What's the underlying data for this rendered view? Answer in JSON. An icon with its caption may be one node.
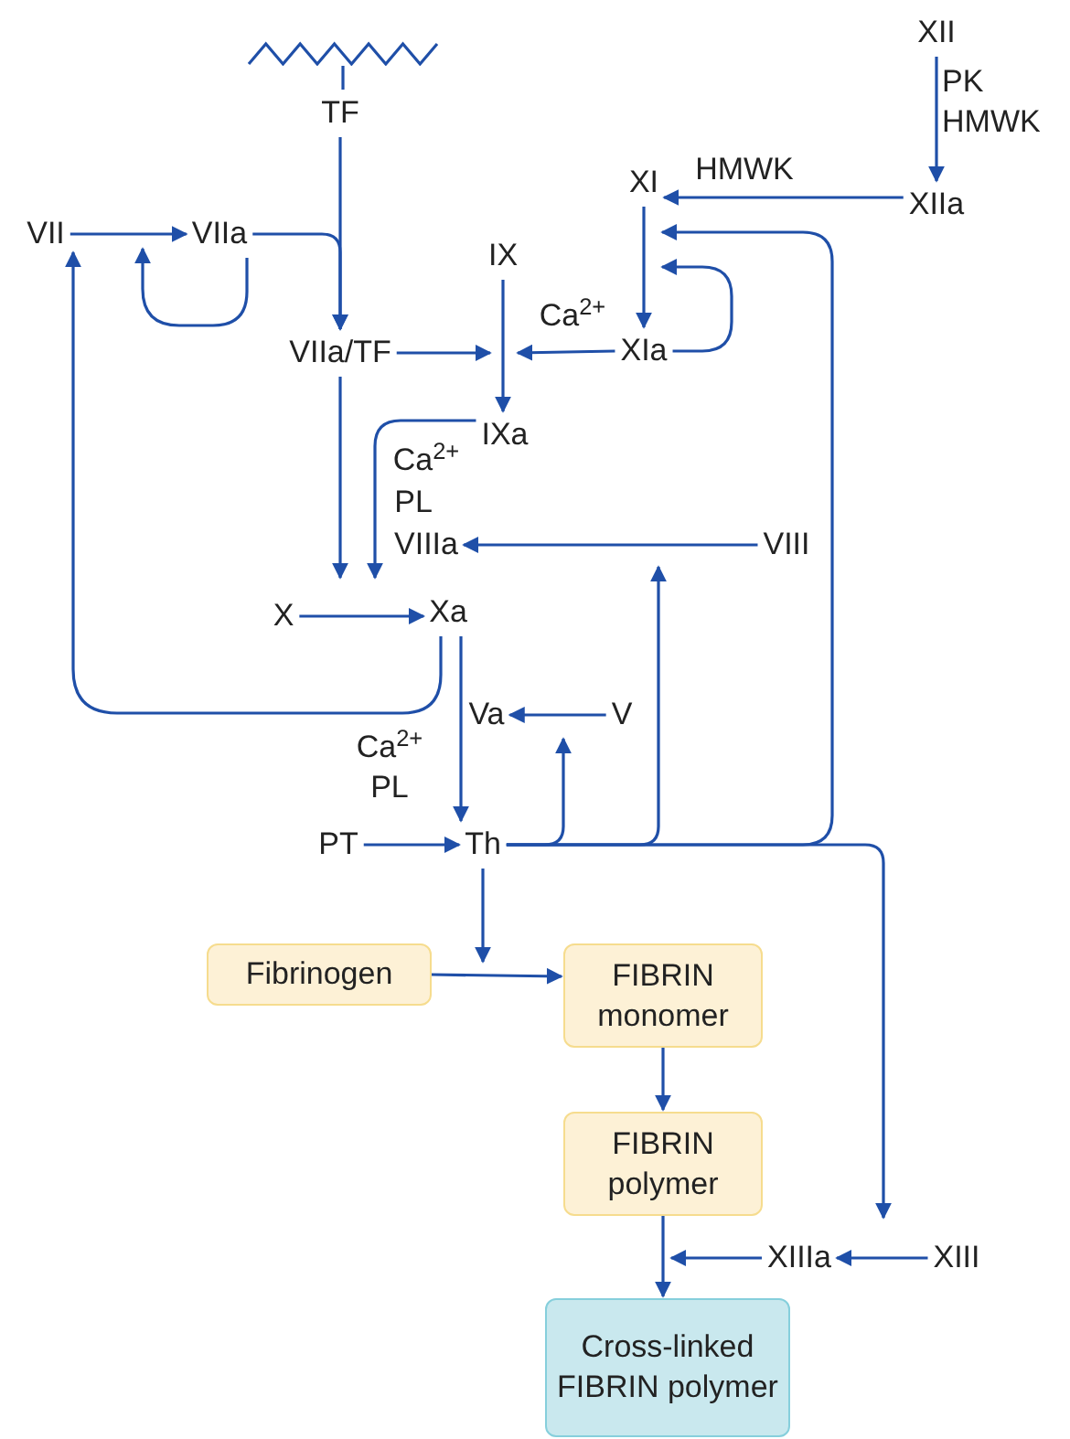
{
  "diagram": {
    "nodes": [
      {
        "text": [],
        "shape": "membrane"
      },
      {
        "text": [
          "TF"
        ]
      },
      {
        "text": [
          "VII"
        ]
      },
      {
        "text": [
          "VIIa"
        ]
      },
      {
        "text": [
          "XII"
        ]
      },
      {
        "text": [
          "XIIa"
        ]
      },
      {
        "text": [
          "XI"
        ]
      },
      {
        "text": [
          "IX"
        ]
      },
      {
        "text": [
          "VIIa/TF"
        ]
      },
      {
        "text": [
          "XIa"
        ]
      },
      {
        "text": [
          "IXa"
        ]
      },
      {
        "text": [
          "VIIIa"
        ]
      },
      {
        "text": [
          "VIII"
        ]
      },
      {
        "text": [
          "X"
        ]
      },
      {
        "text": [
          "Xa"
        ]
      },
      {
        "text": [
          "Va"
        ]
      },
      {
        "text": [
          "V"
        ]
      },
      {
        "text": [
          "PT"
        ]
      },
      {
        "text": [
          "Th"
        ]
      },
      {
        "text": [
          "Fibrinogen"
        ]
      },
      {
        "text": [
          "FIBRIN monomer"
        ]
      },
      {
        "text": [
          "FIBRIN polymer"
        ]
      },
      {
        "text": [
          "XIIIa"
        ]
      },
      {
        "text": [
          "XIII"
        ]
      },
      {
        "text": [
          "Cross-linked FIBRIN polymer"
        ]
      }
    ],
    "edges": [
      {
        "from": 0,
        "to": 1,
        "arrow": "none"
      },
      {
        "from": 1,
        "to": 8,
        "arrow": "to"
      },
      {
        "from": 3,
        "to": 8,
        "arrow": "to"
      },
      {
        "from": 2,
        "to": 3,
        "arrow": "to"
      },
      {
        "from": 3,
        "to": null,
        "arrow": "to"
      },
      {
        "from": 14,
        "to": 2,
        "arrow": "to"
      },
      {
        "from": 4,
        "to": 5,
        "arrow": "to",
        "label": "PK HMWK"
      },
      {
        "from": 5,
        "to": 6,
        "arrow": "to",
        "label": "HMWK"
      },
      {
        "from": 6,
        "to": 9,
        "arrow": "to"
      },
      {
        "from": 7,
        "to": 10,
        "arrow": "to"
      },
      {
        "from": 8,
        "to": null,
        "arrow": "to"
      },
      {
        "from": 9,
        "to": null,
        "arrow": "to",
        "label": "Ca$^{2+}$"
      },
      {
        "from": 9,
        "to": null,
        "arrow": "to"
      },
      {
        "from": 18,
        "to": 6,
        "arrow": "to"
      },
      {
        "from": 18,
        "to": null,
        "arrow": "to"
      },
      {
        "from": 18,
        "to": 16,
        "arrow": "to"
      },
      {
        "from": 18,
        "to": 23,
        "arrow": "to"
      },
      {
        "from": 16,
        "to": 15,
        "arrow": "to"
      },
      {
        "from": 12,
        "to": 11,
        "arrow": "to"
      },
      {
        "from": 8,
        "to": 13,
        "arrow": "to"
      },
      {
        "from": 10,
        "to": 11,
        "arrow": "to"
      },
      {
        "from": 13,
        "to": 14,
        "arrow": "to"
      },
      {
        "from": 14,
        "to": 18,
        "arrow": "to",
        "label": "Ca$^{2+}$ PL"
      },
      {
        "from": 17,
        "to": 18,
        "arrow": "to"
      },
      {
        "from": 18,
        "to": null,
        "arrow": "to"
      },
      {
        "from": 19,
        "to": 20,
        "arrow": "to"
      },
      {
        "from": 20,
        "to": 21,
        "arrow": "to"
      },
      {
        "from": 21,
        "to": 24,
        "arrow": "to"
      },
      {
        "from": 23,
        "to": 22,
        "arrow": "to"
      },
      {
        "from": 22,
        "to": 21,
        "arrow": "to"
      }
    ],
    "labels": [
      "Ca$^{2+}$",
      "PL"
    ]
  }
}
